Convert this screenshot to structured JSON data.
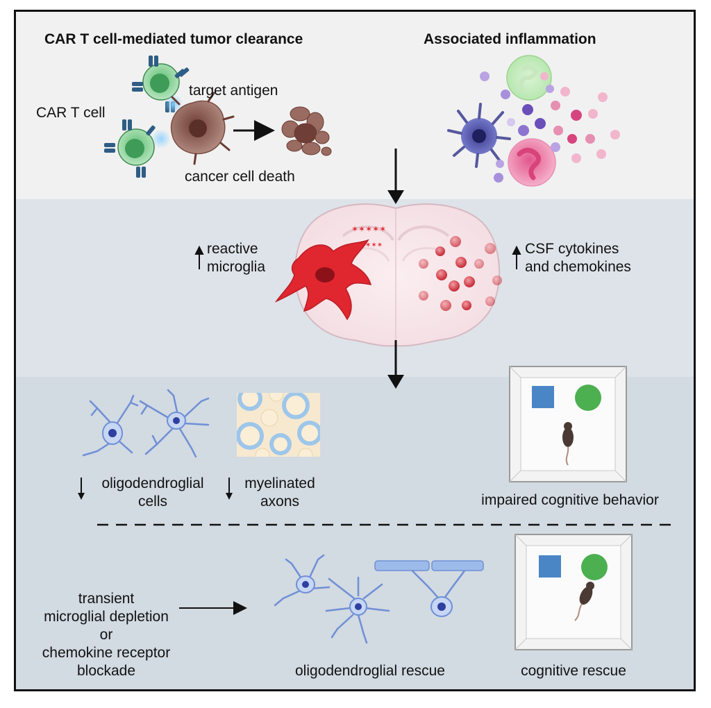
{
  "top": {
    "heading_left": "CAR T cell-mediated tumor clearance",
    "heading_right": "Associated inflammation",
    "car_t_label": "CAR T cell",
    "antigen_label": "target antigen",
    "death_label": "cancer cell death"
  },
  "middle": {
    "microglia_line1": "reactive",
    "microglia_line2": "microglia",
    "csf_line1": "CSF cytokines",
    "csf_line2": "and chemokines"
  },
  "bottom": {
    "oligo_line1": "oligodendroglial",
    "oligo_line2": "cells",
    "myelin_line1": "myelinated",
    "myelin_line2": "axons",
    "impaired_label": "impaired cognitive behavior",
    "treatment_lines": [
      "transient",
      "microglial depletion",
      "or",
      "chemokine receptor",
      "blockade"
    ],
    "oligo_rescue_label": "oligodendroglial rescue",
    "cognitive_rescue_label": "cognitive rescue"
  },
  "colors": {
    "t_cell": "#7fcf8e",
    "receptor": "#3f6f9a",
    "cancer_cell": "#8a5a4f",
    "microglia_red": "#e0262f",
    "oligo_blue": "#6f8fd6",
    "square": "#4a86c6",
    "circle": "#4caf50"
  }
}
